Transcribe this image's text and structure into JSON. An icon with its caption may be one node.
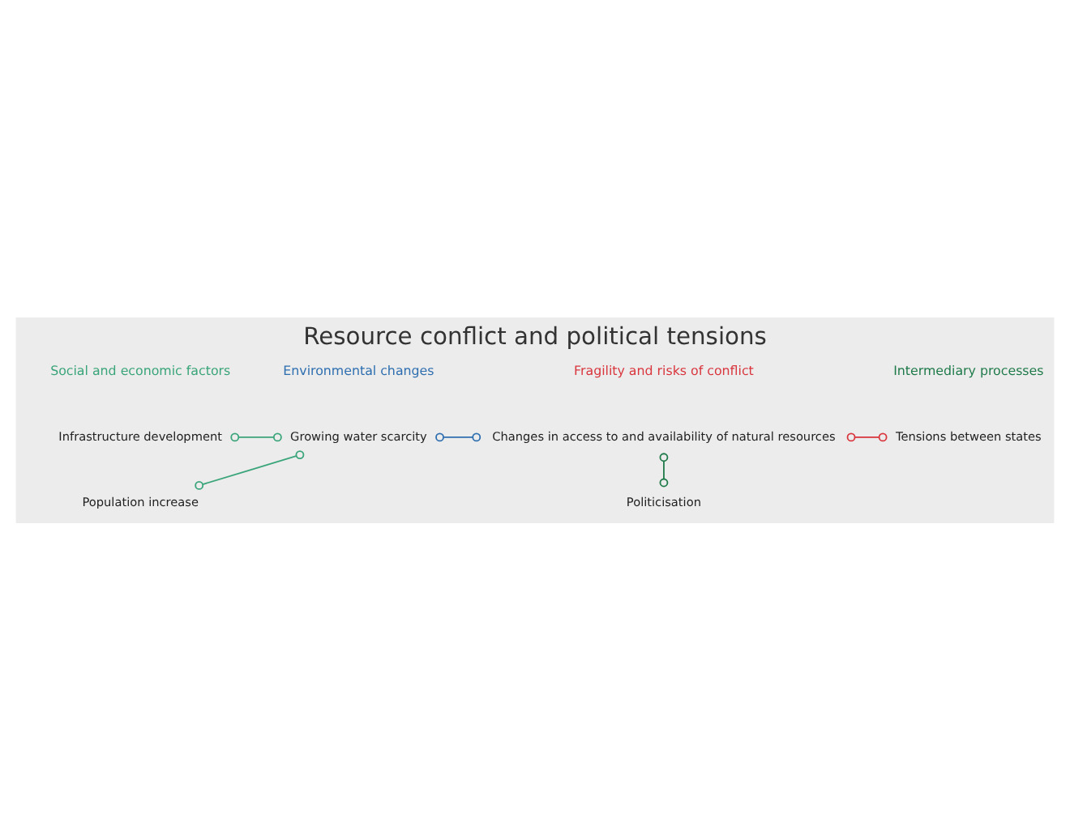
{
  "diagram": {
    "title": "Resource conflict and political tensions",
    "nodes": [
      {
        "text": [
          "Population increase"
        ]
      },
      {
        "text": [
          "Infrastructure development"
        ]
      },
      {
        "text": [
          "Growing water scarcity"
        ]
      },
      {
        "text": [
          "Changes in access to and availability of natural resources"
        ]
      },
      {
        "text": [
          "Tensions between states"
        ]
      },
      {
        "text": [
          "Politicisation"
        ]
      }
    ],
    "edges": [
      {
        "from": 0,
        "to": 2,
        "arrow": "other",
        "color": "#3aa57a"
      },
      {
        "from": 1,
        "to": 2,
        "arrow": "other",
        "color": "#3aa57a"
      },
      {
        "from": 2,
        "to": 3,
        "arrow": "other",
        "color": "#2f6fb0"
      },
      {
        "from": 3,
        "to": 4,
        "arrow": "other",
        "color": "#d9363e"
      },
      {
        "from": 3,
        "to": 5,
        "arrow": "other",
        "color": "#1f7a4a"
      }
    ],
    "labels": [
      "Social and economic factors",
      "Environmental changes",
      "Fragility and risks of conflict",
      "Intermediary processes"
    ]
  }
}
